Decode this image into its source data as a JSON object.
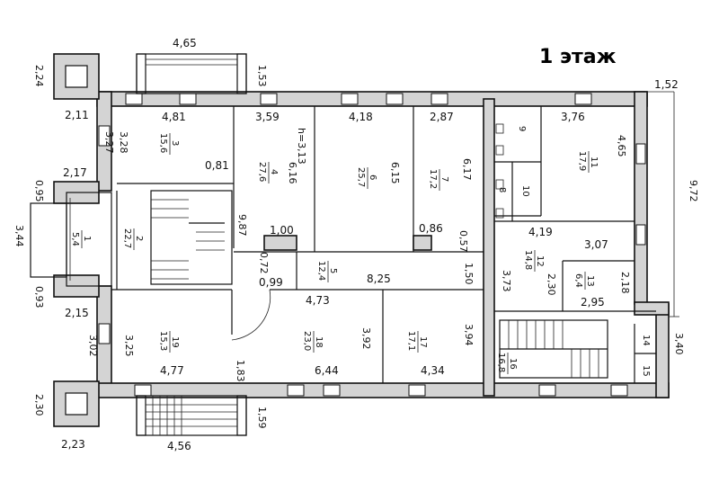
{
  "title": "1 этаж",
  "dimensions": {
    "d_465_top": "4,65",
    "d_153_top": "1,53",
    "d_224": "2,24",
    "d_152": "1,52",
    "d_211": "2,11",
    "d_481": "4,81",
    "d_359": "3,59",
    "d_418": "4,18",
    "d_287": "2,87",
    "d_376": "3,76",
    "d_328": "3,28",
    "d_327": "3,27",
    "d_081": "0,81",
    "d_h313": "h=3,13",
    "d_616a": "6,16",
    "d_615b": "6,15",
    "d_617": "6,17",
    "d_465_right": "4,65",
    "d_972": "9,72",
    "d_217": "2,17",
    "d_095": "0,95",
    "d_344": "3,44",
    "d_987": "9,87",
    "d_100": "1,00",
    "d_086": "0,86",
    "d_057": "0,57",
    "d_419": "4,19",
    "d_307": "3,07",
    "d_072": "0,72",
    "d_099": "0,99",
    "d_825": "8,25",
    "d_150": "1,50",
    "d_373": "3,73",
    "d_230_mid": "2,30",
    "d_218": "2,18",
    "d_295": "2,95",
    "d_093": "0,93",
    "d_215": "2,15",
    "d_473": "4,73",
    "d_302": "3,02",
    "d_325": "3,25",
    "d_392": "3,92",
    "d_394": "3,94",
    "d_340": "3,40",
    "d_183": "1,83",
    "d_477": "4,77",
    "d_644": "6,44",
    "d_434": "4,34",
    "d_230_bot": "2,30",
    "d_159": "1,59",
    "d_223": "2,23",
    "d_456": "4,56"
  },
  "rooms": {
    "r1": "1",
    "a1": "5,4",
    "r2": "2",
    "a2": "22,7",
    "r3": "3",
    "a3": "15,6",
    "r4": "4",
    "a4": "27,6",
    "r5": "5",
    "a5": "12,4",
    "r6": "6",
    "a6": "25,7",
    "r7": "7",
    "a7": "17,2",
    "r8": "8",
    "r9": "9",
    "r10": "10",
    "r11": "11",
    "a11": "17,9",
    "r12": "12",
    "a12": "14,8",
    "r13": "13",
    "a13": "6,4",
    "r14": "14",
    "r15": "15",
    "r16": "16",
    "a16": "16,8",
    "r17": "17",
    "a17": "17,1",
    "r18": "18",
    "a18": "23,0",
    "r19": "19",
    "a19": "15,3"
  }
}
